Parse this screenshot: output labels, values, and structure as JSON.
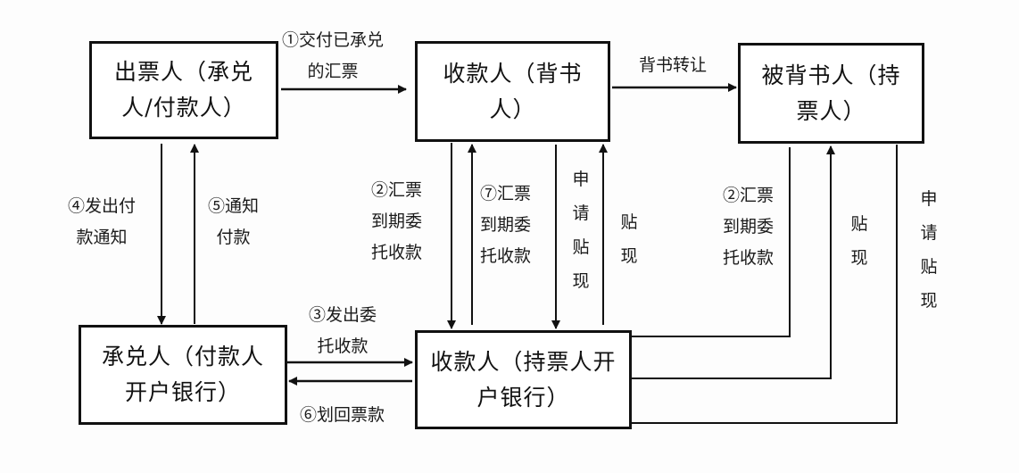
{
  "nodes": {
    "drawer": "出票人（承兑人/付款人）",
    "payee_endorser": "收款人（背书人）",
    "endorsee": "被背书人（持票人）",
    "acceptor_bank": "承兑人（付款人开户银行）",
    "payee_bank": "收款人（持票人开户银行）"
  },
  "edges": {
    "deliver_draft": "①交付已承兑\n的汇票",
    "endorse_transfer": "背书转让",
    "entrust_collection_payee": "②汇票\n到期委\n托收款",
    "return_draft": "⑦汇票\n到期委\n托收款",
    "apply_discount_payee": "申请贴现",
    "discount_payee": "贴现",
    "entrust_collection_endorsee": "②汇票\n到期委\n托收款",
    "discount_endorsee": "贴现",
    "apply_discount_endorsee": "申请贴现",
    "notify_payment": "④发出付\n款通知",
    "notice_pay": "⑤通知\n付款",
    "send_collection": "③发出委\n托收款",
    "transfer_funds": "⑥划回票款"
  },
  "colors": {
    "line": "#111111",
    "background": "#fdfdfd"
  }
}
